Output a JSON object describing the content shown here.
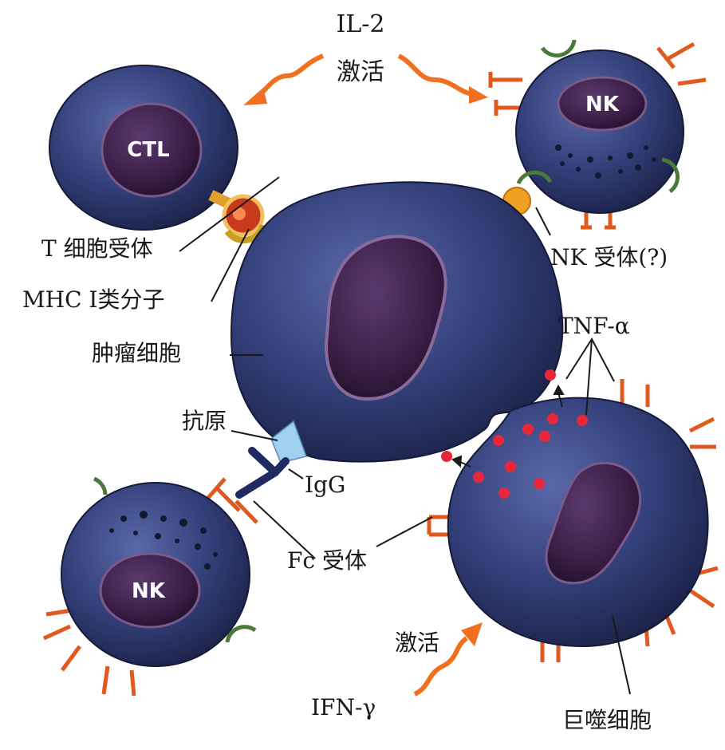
{
  "colors": {
    "cell_body": "#33407a",
    "cell_dark": "#1e2650",
    "nucleus": "#3a1d45",
    "arrow": "#f07020",
    "receptor": "#e05a20",
    "nk_receptor": "#4a7a3a",
    "antigen": "#9fd0ee",
    "igg": "#1e2a60",
    "tnf_dot": "#e8283a",
    "mhc": "#c8a020",
    "tcr": "#c83a1e",
    "nk_ligand": "#f0a020"
  },
  "cells": {
    "ctl": "CTL",
    "nk_top": "NK",
    "nk_bottom": "NK"
  },
  "labels": {
    "il2": "IL-2",
    "activate_top": "激活",
    "t_cell_receptor": "T 细胞受体",
    "mhc_i": "MHC I类分子",
    "tumor_cell": "肿瘤细胞",
    "antigen": "抗原",
    "igg": "IgG",
    "fc_receptor": "Fc 受体",
    "nk_receptor": "NK 受体(?)",
    "tnf_alpha": "TNF-α",
    "activate_bottom": "激活",
    "ifn_gamma": "IFN-γ",
    "macrophage": "巨噬细胞"
  }
}
